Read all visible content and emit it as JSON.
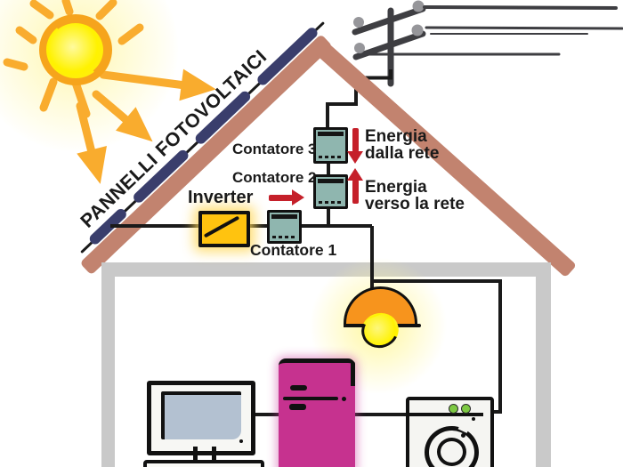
{
  "diagram": {
    "roof_label": "PANNELLI FOTOVOLTAICI",
    "inverter": {
      "label": "Inverter"
    },
    "meters": {
      "contatore_1": "Contatore 1",
      "contatore_2": "Contatore 2",
      "contatore_3": "Contatore 3"
    },
    "energy_from_grid": {
      "line1": "Energia",
      "line2": "dalla rete",
      "direction": "down"
    },
    "energy_to_grid": {
      "line1": "Energia",
      "line2": "verso la rete",
      "direction": "up"
    },
    "colors": {
      "roof": "#C2836F",
      "solar_panel": "#3A3E6C",
      "meter": "#8FB6AF",
      "inverter": "#FFC30F",
      "flow_arrow_red": "#C5202A",
      "sun_core": "#FFF200",
      "sun_ring": "#F6A41C",
      "sun_ray": "#F9AC2E",
      "wall": "#C9C9C9",
      "wire": "#1A1A1A",
      "lamp_shade": "#F7941D",
      "bulb": "#FFF200",
      "fridge": "#C6328F",
      "monitor_screen": "#B3C1D1",
      "washer_button_green": "#7DC943"
    }
  }
}
